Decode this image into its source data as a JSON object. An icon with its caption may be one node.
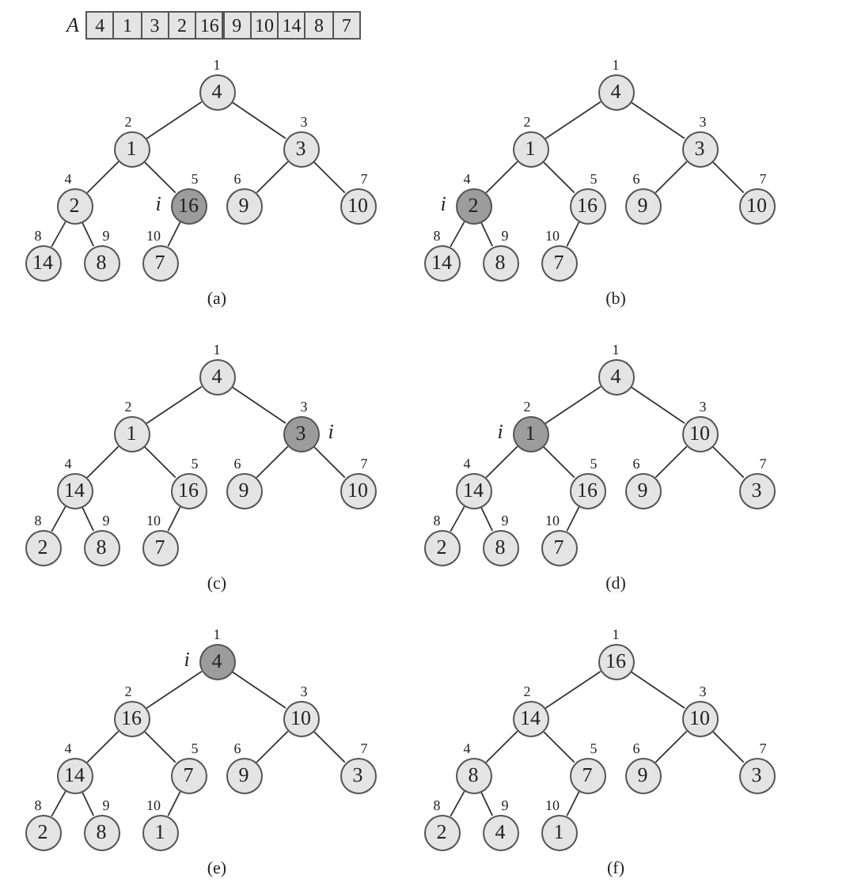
{
  "diagram": {
    "nodes": [
      {
        "text": [
          "4"
        ],
        "beside": [
          "1"
        ]
      },
      {
        "text": [
          "1"
        ],
        "beside": [
          "2"
        ]
      },
      {
        "text": [
          "3"
        ],
        "beside": [
          "3"
        ]
      },
      {
        "text": [
          "2"
        ],
        "beside": [
          "4"
        ]
      },
      {
        "text": [
          "16"
        ],
        "beside": [
          "5",
          "i"
        ]
      },
      {
        "text": [
          "9"
        ],
        "beside": [
          "6"
        ]
      },
      {
        "text": [
          "10"
        ],
        "beside": [
          "7"
        ]
      },
      {
        "text": [
          "14"
        ],
        "beside": [
          "8"
        ]
      },
      {
        "text": [
          "8"
        ],
        "beside": [
          "9"
        ]
      },
      {
        "text": [
          "7"
        ],
        "beside": [
          "10"
        ]
      },
      {
        "text": [
          "4"
        ],
        "beside": [
          "1"
        ]
      },
      {
        "text": [
          "1"
        ],
        "beside": [
          "2"
        ]
      },
      {
        "text": [
          "3"
        ],
        "beside": [
          "3"
        ]
      },
      {
        "text": [
          "2"
        ],
        "beside": [
          "4",
          "i"
        ]
      },
      {
        "text": [
          "16"
        ],
        "beside": [
          "5"
        ]
      },
      {
        "text": [
          "9"
        ],
        "beside": [
          "6"
        ]
      },
      {
        "text": [
          "10"
        ],
        "beside": [
          "7"
        ]
      },
      {
        "text": [
          "14"
        ],
        "beside": [
          "8"
        ]
      },
      {
        "text": [
          "8"
        ],
        "beside": [
          "9"
        ]
      },
      {
        "text": [
          "7"
        ],
        "beside": [
          "10"
        ]
      },
      {
        "text": [
          "4"
        ],
        "beside": [
          "1"
        ]
      },
      {
        "text": [
          "1"
        ],
        "beside": [
          "2"
        ]
      },
      {
        "text": [
          "3"
        ],
        "beside": [
          "3",
          "i"
        ]
      },
      {
        "text": [
          "14"
        ],
        "beside": [
          "4"
        ]
      },
      {
        "text": [
          "16"
        ],
        "beside": [
          "5"
        ]
      },
      {
        "text": [
          "9"
        ],
        "beside": [
          "6"
        ]
      },
      {
        "text": [
          "10"
        ],
        "beside": [
          "7"
        ]
      },
      {
        "text": [
          "2"
        ],
        "beside": [
          "8"
        ]
      },
      {
        "text": [
          "8"
        ],
        "beside": [
          "9"
        ]
      },
      {
        "text": [
          "7"
        ],
        "beside": [
          "10"
        ]
      },
      {
        "text": [
          "4"
        ],
        "beside": [
          "1"
        ]
      },
      {
        "text": [
          "1"
        ],
        "beside": [
          "2",
          "i"
        ]
      },
      {
        "text": [
          "10"
        ],
        "beside": [
          "3"
        ]
      },
      {
        "text": [
          "14"
        ],
        "beside": [
          "4"
        ]
      },
      {
        "text": [
          "16"
        ],
        "beside": [
          "5"
        ]
      },
      {
        "text": [
          "9"
        ],
        "beside": [
          "6"
        ]
      },
      {
        "text": [
          "3"
        ],
        "beside": [
          "7"
        ]
      },
      {
        "text": [
          "2"
        ],
        "beside": [
          "8"
        ]
      },
      {
        "text": [
          "8"
        ],
        "beside": [
          "9"
        ]
      },
      {
        "text": [
          "7"
        ],
        "beside": [
          "10"
        ]
      },
      {
        "text": [
          "4"
        ],
        "beside": [
          "1",
          "i"
        ]
      },
      {
        "text": [
          "16"
        ],
        "beside": [
          "2"
        ]
      },
      {
        "text": [
          "10"
        ],
        "beside": [
          "3"
        ]
      },
      {
        "text": [
          "14"
        ],
        "beside": [
          "4"
        ]
      },
      {
        "text": [
          "7"
        ],
        "beside": [
          "5"
        ]
      },
      {
        "text": [
          "9"
        ],
        "beside": [
          "6"
        ]
      },
      {
        "text": [
          "3"
        ],
        "beside": [
          "7"
        ]
      },
      {
        "text": [
          "2"
        ],
        "beside": [
          "8"
        ]
      },
      {
        "text": [
          "8"
        ],
        "beside": [
          "9"
        ]
      },
      {
        "text": [
          "1"
        ],
        "beside": [
          "10"
        ]
      },
      {
        "text": [
          "16"
        ],
        "beside": [
          "1"
        ]
      },
      {
        "text": [
          "14"
        ],
        "beside": [
          "2"
        ]
      },
      {
        "text": [
          "10"
        ],
        "beside": [
          "3"
        ]
      },
      {
        "text": [
          "8"
        ],
        "beside": [
          "4"
        ]
      },
      {
        "text": [
          "7"
        ],
        "beside": [
          "5"
        ]
      },
      {
        "text": [
          "9"
        ],
        "beside": [
          "6"
        ]
      },
      {
        "text": [
          "3"
        ],
        "beside": [
          "7"
        ]
      },
      {
        "text": [
          "2"
        ],
        "beside": [
          "8"
        ]
      },
      {
        "text": [
          "4"
        ],
        "beside": [
          "9"
        ]
      },
      {
        "text": [
          "1"
        ],
        "beside": [
          "10"
        ]
      }
    ],
    "edges": [
      {
        "from": 0,
        "to": 1,
        "arrow": "none"
      },
      {
        "from": 0,
        "to": 2,
        "arrow": "none"
      },
      {
        "from": 1,
        "to": 3,
        "arrow": "none"
      },
      {
        "from": 1,
        "to": 4,
        "arrow": "none"
      },
      {
        "from": 2,
        "to": 5,
        "arrow": "none"
      },
      {
        "from": 2,
        "to": 6,
        "arrow": "none"
      },
      {
        "from": 3,
        "to": 7,
        "arrow": "none"
      },
      {
        "from": 3,
        "to": 8,
        "arrow": "none"
      },
      {
        "from": 4,
        "to": 9,
        "arrow": "none"
      },
      {
        "from": 10,
        "to": 11,
        "arrow": "none"
      },
      {
        "from": 10,
        "to": 12,
        "arrow": "none"
      },
      {
        "from": 11,
        "to": 13,
        "arrow": "none"
      },
      {
        "from": 11,
        "to": 14,
        "arrow": "none"
      },
      {
        "from": 12,
        "to": 15,
        "arrow": "none"
      },
      {
        "from": 12,
        "to": 16,
        "arrow": "none"
      },
      {
        "from": 13,
        "to": 17,
        "arrow": "none"
      },
      {
        "from": 13,
        "to": 18,
        "arrow": "none"
      },
      {
        "from": 14,
        "to": 19,
        "arrow": "none"
      },
      {
        "from": 20,
        "to": 21,
        "arrow": "none"
      },
      {
        "from": 20,
        "to": 22,
        "arrow": "none"
      },
      {
        "from": 21,
        "to": 23,
        "arrow": "none"
      },
      {
        "from": 21,
        "to": 24,
        "arrow": "none"
      },
      {
        "from": 22,
        "to": 25,
        "arrow": "none"
      },
      {
        "from": 22,
        "to": 26,
        "arrow": "none"
      },
      {
        "from": 23,
        "to": 27,
        "arrow": "none"
      },
      {
        "from": 23,
        "to": 28,
        "arrow": "none"
      },
      {
        "from": 24,
        "to": 29,
        "arrow": "none"
      },
      {
        "from": 30,
        "to": 31,
        "arrow": "none"
      },
      {
        "from": 30,
        "to": 32,
        "arrow": "none"
      },
      {
        "from": 31,
        "to": 33,
        "arrow": "none"
      },
      {
        "from": 31,
        "to": 34,
        "arrow": "none"
      },
      {
        "from": 32,
        "to": 35,
        "arrow": "none"
      },
      {
        "from": 32,
        "to": 36,
        "arrow": "none"
      },
      {
        "from": 33,
        "to": 37,
        "arrow": "none"
      },
      {
        "from": 33,
        "to": 38,
        "arrow": "none"
      },
      {
        "from": 34,
        "to": 39,
        "arrow": "none"
      },
      {
        "from": 40,
        "to": 41,
        "arrow": "none"
      },
      {
        "from": 40,
        "to": 42,
        "arrow": "none"
      },
      {
        "from": 41,
        "to": 43,
        "arrow": "none"
      },
      {
        "from": 41,
        "to": 44,
        "arrow": "none"
      },
      {
        "from": 42,
        "to": 45,
        "arrow": "none"
      },
      {
        "from": 42,
        "to": 46,
        "arrow": "none"
      },
      {
        "from": 43,
        "to": 47,
        "arrow": "none"
      },
      {
        "from": 43,
        "to": 48,
        "arrow": "none"
      },
      {
        "from": 44,
        "to": 49,
        "arrow": "none"
      },
      {
        "from": 50,
        "to": 51,
        "arrow": "none"
      },
      {
        "from": 50,
        "to": 52,
        "arrow": "none"
      },
      {
        "from": 51,
        "to": 53,
        "arrow": "none"
      },
      {
        "from": 51,
        "to": 54,
        "arrow": "none"
      },
      {
        "from": 52,
        "to": 55,
        "arrow": "none"
      },
      {
        "from": 52,
        "to": 56,
        "arrow": "none"
      },
      {
        "from": 53,
        "to": 57,
        "arrow": "none"
      },
      {
        "from": 53,
        "to": 58,
        "arrow": "none"
      },
      {
        "from": 54,
        "to": 59,
        "arrow": "none"
      }
    ],
    "labels": [
      "A",
      "4",
      "1",
      "3",
      "2",
      "16",
      "9",
      "10",
      "14",
      "8",
      "7",
      "(a)",
      "(b)",
      "(c)",
      "(d)",
      "(e)",
      "(f)"
    ]
  }
}
